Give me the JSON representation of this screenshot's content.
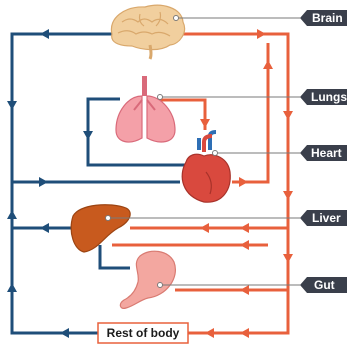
{
  "labels": {
    "brain": "Brain",
    "lungs": "Lungs",
    "heart": "Heart",
    "liver": "Liver",
    "gut": "Gut",
    "rest_of_body": "Rest of body"
  },
  "colors": {
    "deoxygenated": "#1f4e79",
    "oxygenated": "#e8603c",
    "label_fill": "#3a3f4b",
    "leader_line": "#7a7a7a"
  }
}
